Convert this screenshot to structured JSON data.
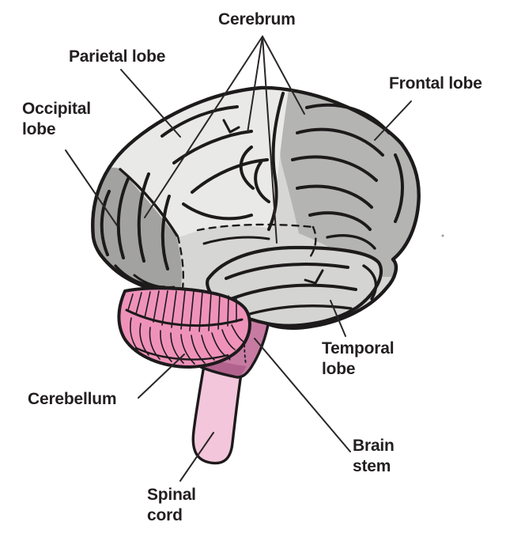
{
  "diagram": {
    "title": "Human brain lateral view diagram",
    "parts": [
      "Cerebrum",
      "Parietal lobe",
      "Frontal lobe",
      "Occipital lobe",
      "Temporal lobe",
      "Cerebellum",
      "Brain stem",
      "Spinal cord"
    ]
  },
  "labels": {
    "cerebrum": "Cerebrum",
    "parietal_lobe": "Parietal lobe",
    "frontal_lobe": "Frontal lobe",
    "occipital_line1": "Occipital",
    "occipital_line2": "lobe",
    "temporal_line1": "Temporal",
    "temporal_line2": "lobe",
    "cerebellum": "Cerebellum",
    "brainstem_line1": "Brain",
    "brainstem_line2": "stem",
    "spinal_line1": "Spinal",
    "spinal_line2": "cord"
  },
  "colors": {
    "background": "#ffffff",
    "ink": "#1d1a1b",
    "text": "#231f20",
    "cerebrum_base": "#d6d6d4",
    "parietal_lobe": "#e9e9e7",
    "frontal_lobe": "#b4b4b2",
    "occipital_lobe": "#a2a2a0",
    "temporal_lobe": "#d4d4d2",
    "cerebellum": "#ef92ba",
    "brain_stem": "#c77ba3",
    "brain_stem_shadow": "#b2638d",
    "spinal_cord": "#f3c6db"
  }
}
